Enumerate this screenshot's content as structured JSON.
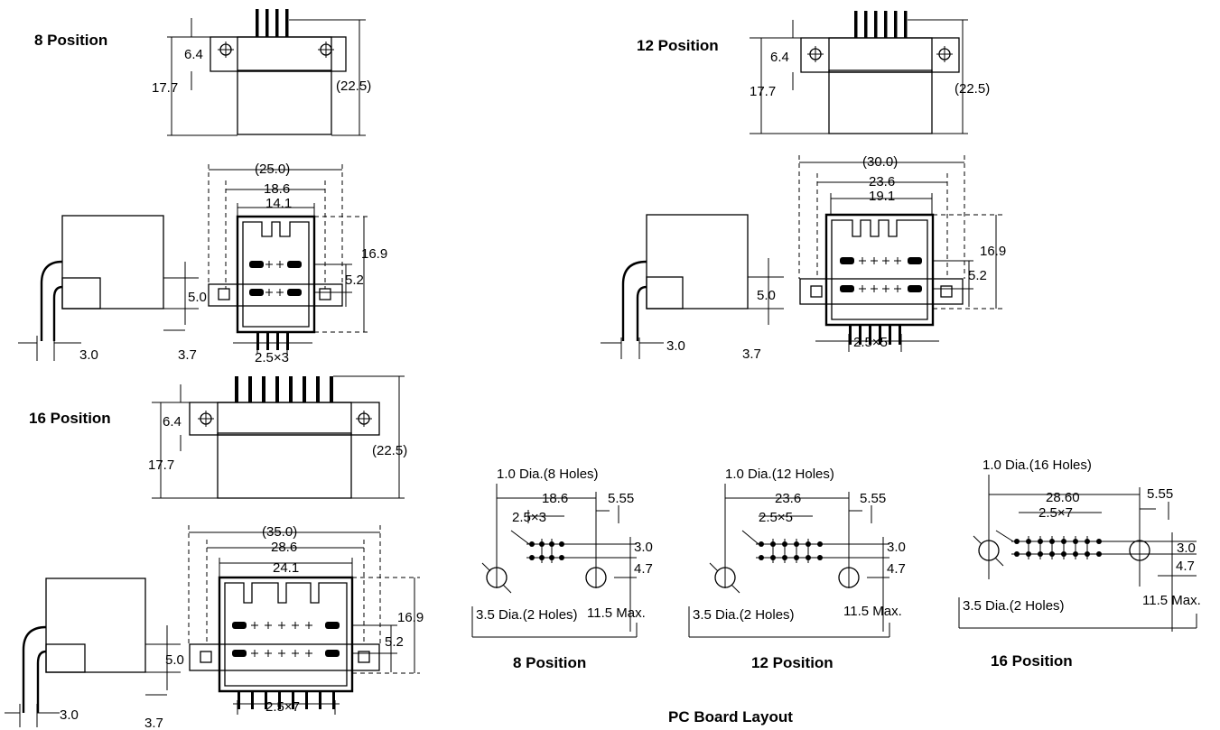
{
  "titles": {
    "p8": "8 Position",
    "p12": "12 Position",
    "p16": "16 Position",
    "pcb_title": "PC Board Layout"
  },
  "front": {
    "d64": "6.4",
    "d177": "17.7",
    "d225": "(22.5)"
  },
  "bottom8": {
    "w_total": "(25.0)",
    "w_mid": "18.6",
    "w_inner": "14.1",
    "h169": "16.9",
    "h52": "5.2",
    "h50": "5.0",
    "d30": "3.0",
    "d37": "3.7",
    "pitch": "2.5×3"
  },
  "bottom12": {
    "w_total": "(30.0)",
    "w_mid": "23.6",
    "w_inner": "19.1",
    "h169": "16.9",
    "h52": "5.2",
    "h50": "5.0",
    "d30": "3.0",
    "d37": "3.7",
    "pitch": "2.5×5"
  },
  "bottom16": {
    "w_total": "(35.0)",
    "w_mid": "28.6",
    "w_inner": "24.1",
    "h169": "16.9",
    "h52": "5.2",
    "h50": "5.0",
    "d30": "3.0",
    "d37": "3.7",
    "pitch": "2.5×7"
  },
  "pcb8": {
    "holes": "1.0 Dia.(8 Holes)",
    "span": "18.6",
    "offset": "5.55",
    "pitch": "2.5×3",
    "d30": "3.0",
    "d47": "4.7",
    "mount": "3.5 Dia.(2 Holes)",
    "max": "11.5 Max.",
    "label": "8 Position"
  },
  "pcb12": {
    "holes": "1.0 Dia.(12 Holes)",
    "span": "23.6",
    "offset": "5.55",
    "pitch": "2.5×5",
    "d30": "3.0",
    "d47": "4.7",
    "mount": "3.5 Dia.(2 Holes)",
    "max": "11.5 Max.",
    "label": "12 Position"
  },
  "pcb16": {
    "holes": "1.0 Dia.(16 Holes)",
    "span": "28.60",
    "offset": "5.55",
    "pitch": "2.5×7",
    "d30": "3.0",
    "d47": "4.7",
    "mount": "3.5 Dia.(2 Holes)",
    "max": "11.5 Max.",
    "label": "16 Position"
  }
}
